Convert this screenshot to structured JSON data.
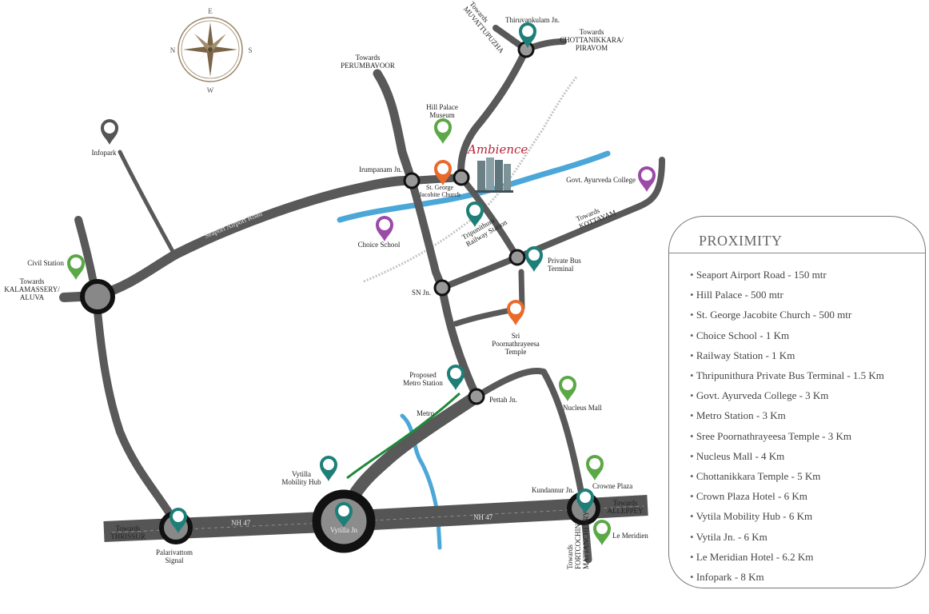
{
  "compass": {
    "n": "N",
    "e": "E",
    "s": "S",
    "w": "W"
  },
  "logo": {
    "text": "Ambience"
  },
  "directions": {
    "muvattupuzha": "Towards\nMUVATTUPUZHA",
    "chottanikkara": "Towards\nCHOTTANIKKARA/\nPIRAVOM",
    "perumbavoor": "Towards\nPERUMBAVOOR",
    "kottayam": "Towards\nKOTTAYAM",
    "kalamassery": "Towards\nKALAMASSERY/\nALUVA",
    "thrissur": "Towards\nTHRISSUR",
    "alleppey": "Towards\nALLEPPEY",
    "fortcochin": "Towards\nFORTCOCHIN/\nMATTANCHERRY"
  },
  "roads": {
    "seaport": "Seaport Airport Road",
    "nh47_left": "NH 47",
    "nh47_right": "NH 47",
    "metro": "Metro"
  },
  "junctions": {
    "thiruvankulam": "Thiruvankulam Jn.",
    "irumpanam": "Irumpanam Jn.",
    "sn": "SN Jn.",
    "pettah": "Pettah Jn.",
    "kundannur": "Kundannur Jn.",
    "vytilla": "Vytilla Jn",
    "palarivattom": "Palarivattom\nSignal"
  },
  "places": {
    "infopark": "Infopark",
    "hill_palace": "Hill Palace\nMuseum",
    "st_george": "St. George\nJacobite Church",
    "govt_ayurveda": "Govt. Ayurveda College",
    "choice_school": "Choice School",
    "railway": "Tripunithura\nRailway Station",
    "bus_terminal": "Private Bus\nTerminal",
    "temple": "Sri\nPoornathrayeesa\nTemple",
    "civil_station": "Civil Station",
    "metro_station": "Proposed\nMetro Station",
    "nucleus_mall": "Nucleus Mall",
    "mobility_hub": "Vytilla\nMobility Hub",
    "crowne_plaza": "Crowne Plaza",
    "le_meridien": "Le Meridien"
  },
  "colors": {
    "road": "#595959",
    "river": "#4aa7d8",
    "metro": "#1e8a3a",
    "pin_teal": "#1e7f78",
    "pin_green": "#5aa846",
    "pin_orange": "#ea6a2a",
    "pin_purple": "#9b4aa8",
    "pin_gray": "#555555"
  },
  "proximity": {
    "title": "PROXIMITY",
    "items": [
      "Seaport Airport Road - 150 mtr",
      "Hill Palace - 500 mtr",
      "St. George Jacobite Church - 500 mtr",
      "Choice School - 1 Km",
      "Railway Station - 1 Km",
      "Thripunithura Private Bus Terminal - 1.5 Km",
      "Govt. Ayurveda College - 3 Km",
      "Metro Station - 3 Km",
      "Sree Poornathrayeesa Temple - 3 Km",
      "Nucleus Mall - 4 Km",
      "Chottanikkara Temple - 5 Km",
      "Crown Plaza Hotel - 6 Km",
      "Vytila Mobility Hub - 6 Km",
      "Vytila Jn. - 6 Km",
      "Le Meridian Hotel - 6.2 Km",
      "Infopark - 8 Km"
    ]
  }
}
